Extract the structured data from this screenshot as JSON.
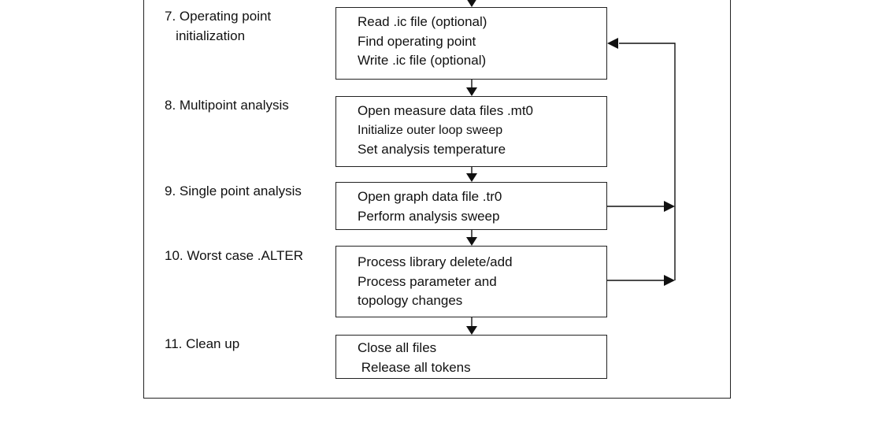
{
  "steps": [
    {
      "label": "7. Operating point\n   initialization",
      "lines": [
        "Read .ic file (optional)",
        "Find operating point",
        "Write .ic file (optional)"
      ]
    },
    {
      "label": "8. Multipoint analysis",
      "lines": [
        "Open measure data files .mt0",
        "Initialize outer loop sweep",
        "Set analysis temperature"
      ]
    },
    {
      "label": "9. Single point analysis",
      "lines": [
        "Open graph data file .tr0",
        "Perform analysis sweep"
      ]
    },
    {
      "label": "10. Worst case .ALTER",
      "lines": [
        "Process library delete/add",
        "Process parameter and",
        "topology changes"
      ]
    },
    {
      "label": "11. Clean up",
      "lines": [
        "Close all files",
        " Release all tokens"
      ]
    }
  ]
}
